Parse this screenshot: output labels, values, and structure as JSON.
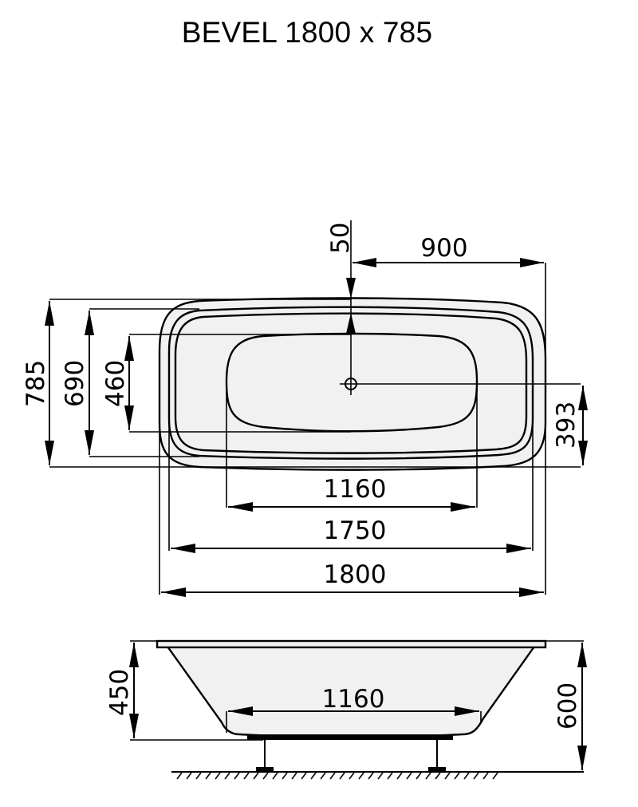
{
  "title": "BEVEL 1800 x 785",
  "colors": {
    "line": "#000000",
    "fill": "#f1f1f1",
    "background": "#ffffff"
  },
  "top_view": {
    "dimensions": {
      "overall_length": "1800",
      "inner_rim_length": "1750",
      "bottom_length": "1160",
      "overall_width": "785",
      "inner_rim_width": "690",
      "bottom_width": "460",
      "drain_offset_x": "900",
      "drain_offset_from_rim": "50",
      "drain_offset_y": "393"
    },
    "drain_icon": "drain-crosshair-icon"
  },
  "side_view": {
    "dimensions": {
      "depth": "450",
      "total_height": "600",
      "bottom_length": "1160"
    },
    "floor": "hatched-floor"
  }
}
